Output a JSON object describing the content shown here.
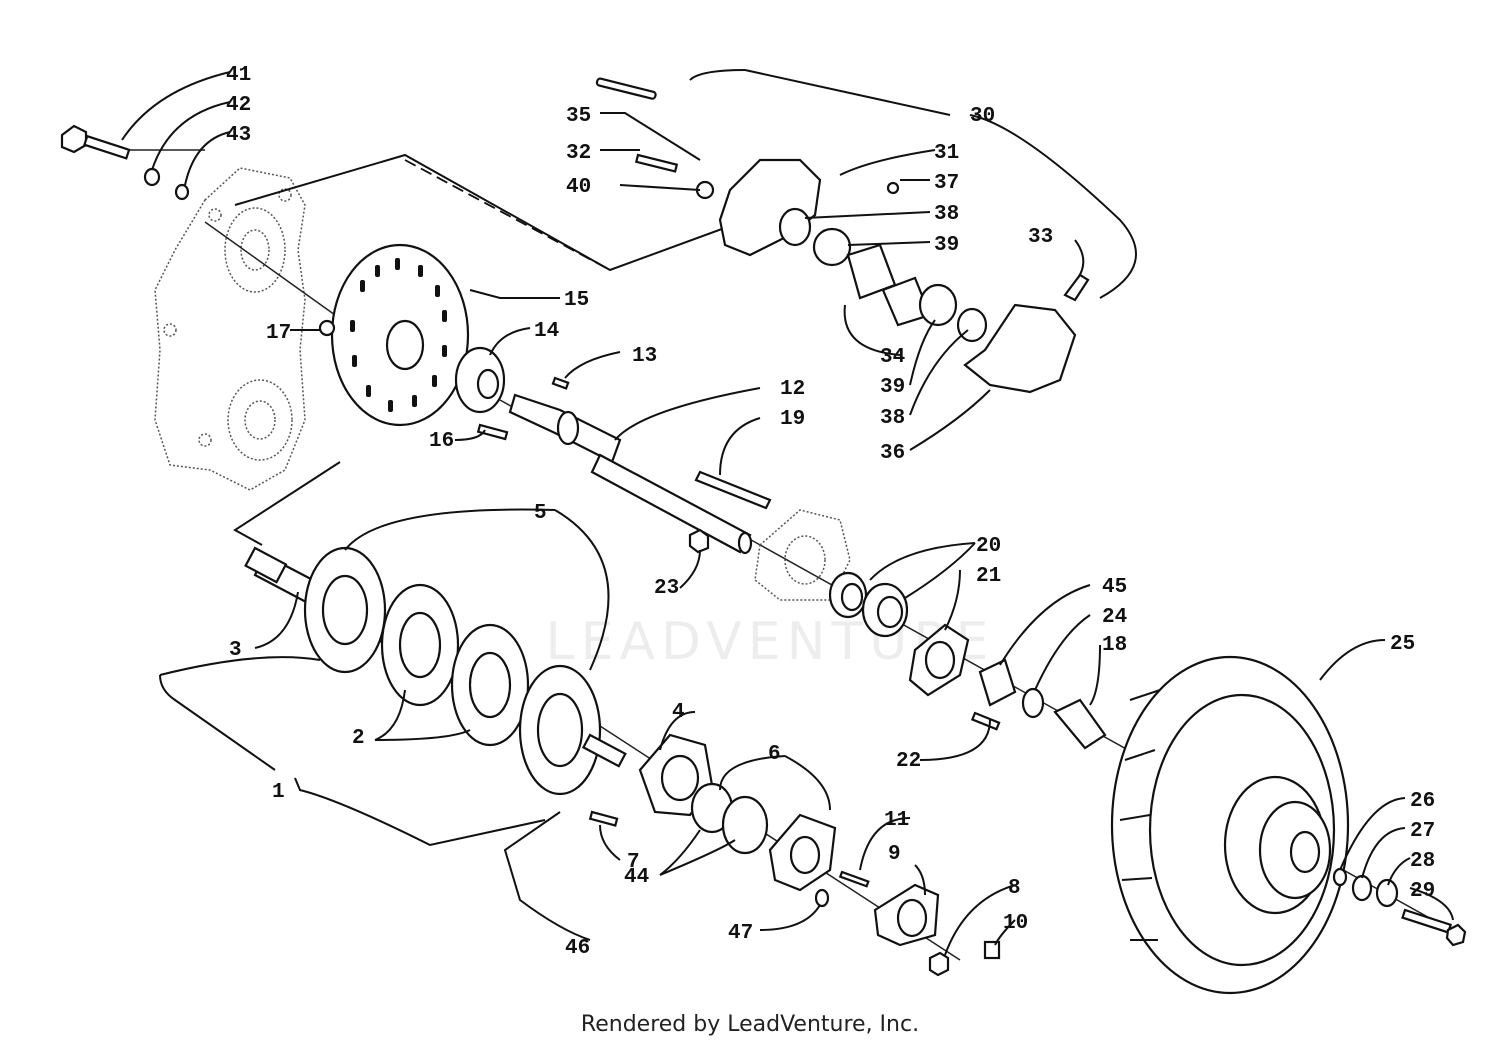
{
  "callouts": {
    "c1": "1",
    "c2": "2",
    "c3": "3",
    "c4": "4",
    "c5": "5",
    "c6": "6",
    "c7": "7",
    "c8": "8",
    "c9": "9",
    "c10": "10",
    "c11": "11",
    "c12": "12",
    "c13": "13",
    "c14": "14",
    "c15": "15",
    "c16": "16",
    "c17": "17",
    "c18": "18",
    "c19": "19",
    "c20": "20",
    "c21": "21",
    "c22": "22",
    "c23": "23",
    "c24": "24",
    "c25": "25",
    "c26": "26",
    "c27": "27",
    "c28": "28",
    "c29": "29",
    "c30": "30",
    "c31": "31",
    "c32": "32",
    "c33": "33",
    "c34": "34",
    "c35": "35",
    "c36": "36",
    "c37": "37",
    "c38a": "38",
    "c38b": "38",
    "c39a": "39",
    "c39b": "39",
    "c40": "40",
    "c41": "41",
    "c42": "42",
    "c43": "43",
    "c44": "44",
    "c45": "45",
    "c46": "46",
    "c47": "47"
  },
  "footer": "Rendered by LeadVenture, Inc.",
  "watermark": "LEADVENTURE"
}
